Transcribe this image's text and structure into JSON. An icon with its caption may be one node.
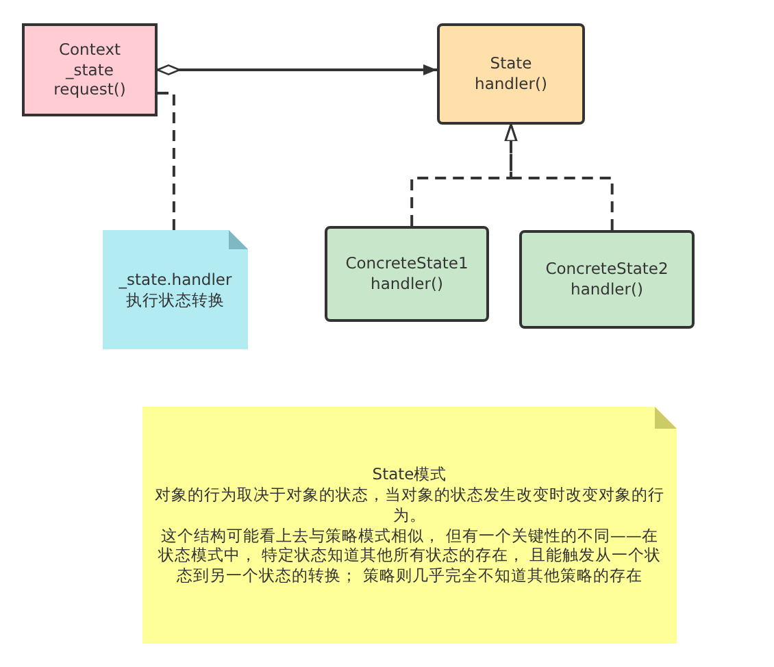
{
  "diagram": {
    "nodes": [
      {
        "text": [
          "Context _state request()"
        ]
      },
      {
        "text": [
          "State handler()"
        ]
      },
      {
        "text": [
          "_state.handler",
          "执行状态转换"
        ]
      },
      {
        "text": [
          "ConcreteState1 handler()"
        ]
      },
      {
        "text": [
          "ConcreteState2 handler()"
        ]
      },
      {
        "text": [
          "State模式",
          "对象的行为取决于对象的状态，当对象的状态发生改变时改变对象的行为。",
          "这个结构可能看上去与策略模式相似， 但有一个关键性的不同——在状态模式中， 特定状态知道其他所有状态的存在， 且能触发从一个状态到另一个状态的转换； 策略则几乎完全不知道其他策略的存在"
        ]
      }
    ],
    "edges": [
      {
        "from": 0,
        "to": 1,
        "arrow": "to"
      },
      {
        "from": 0,
        "to": 2,
        "arrow": "none",
        "style": "dashed"
      },
      {
        "from": 3,
        "to": 1,
        "arrow": "to",
        "style": "dashed"
      },
      {
        "from": 4,
        "to": 1,
        "arrow": "to",
        "style": "dashed"
      }
    ]
  }
}
